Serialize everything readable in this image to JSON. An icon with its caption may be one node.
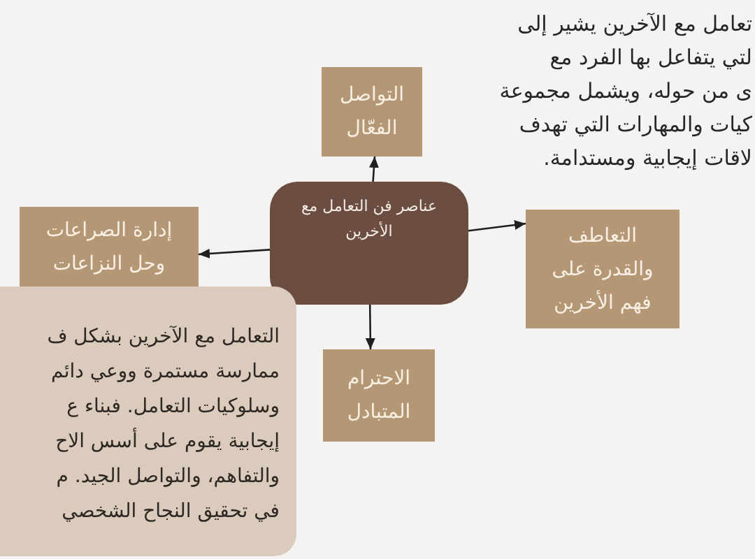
{
  "diagram": {
    "nodes": [
      {
        "text": [
          "التواصل الفعّال"
        ]
      },
      {
        "text": [
          "عناصر فن التعامل مع الأخرين"
        ]
      },
      {
        "text": [
          "إدارة الصراعات وحل النزاعات"
        ]
      },
      {
        "text": [
          "التعاطف والقدرة على فهم الأخرين"
        ]
      },
      {
        "text": [
          "الاحترام المتبادل"
        ]
      },
      {
        "text": [
          "التعامل مع الآخرين بشكل ف",
          "ممارسة مستمرة ووعي دائم",
          "وسلوكيات التعامل. فبناء ع",
          "إيجابية يقوم على أسس الاح",
          "والتفاهم، والتواصل الجيد. م",
          "في تحقيق النجاح الشخصي"
        ]
      }
    ],
    "edges": [
      {
        "from": 1,
        "to": 0,
        "arrow": "to"
      },
      {
        "from": 1,
        "to": 2,
        "arrow": "to"
      },
      {
        "from": 1,
        "to": 3,
        "arrow": "to"
      },
      {
        "from": 1,
        "to": 4,
        "arrow": "to"
      }
    ],
    "labels": [
      "تعامل مع الآخرين يشير إلى",
      "لتي يتفاعل بها الفرد مع",
      "ى من حوله، ويشمل مجموعة",
      "كيات والمهارات التي تهدف",
      "لاقات إيجابية ومستدامة."
    ]
  }
}
